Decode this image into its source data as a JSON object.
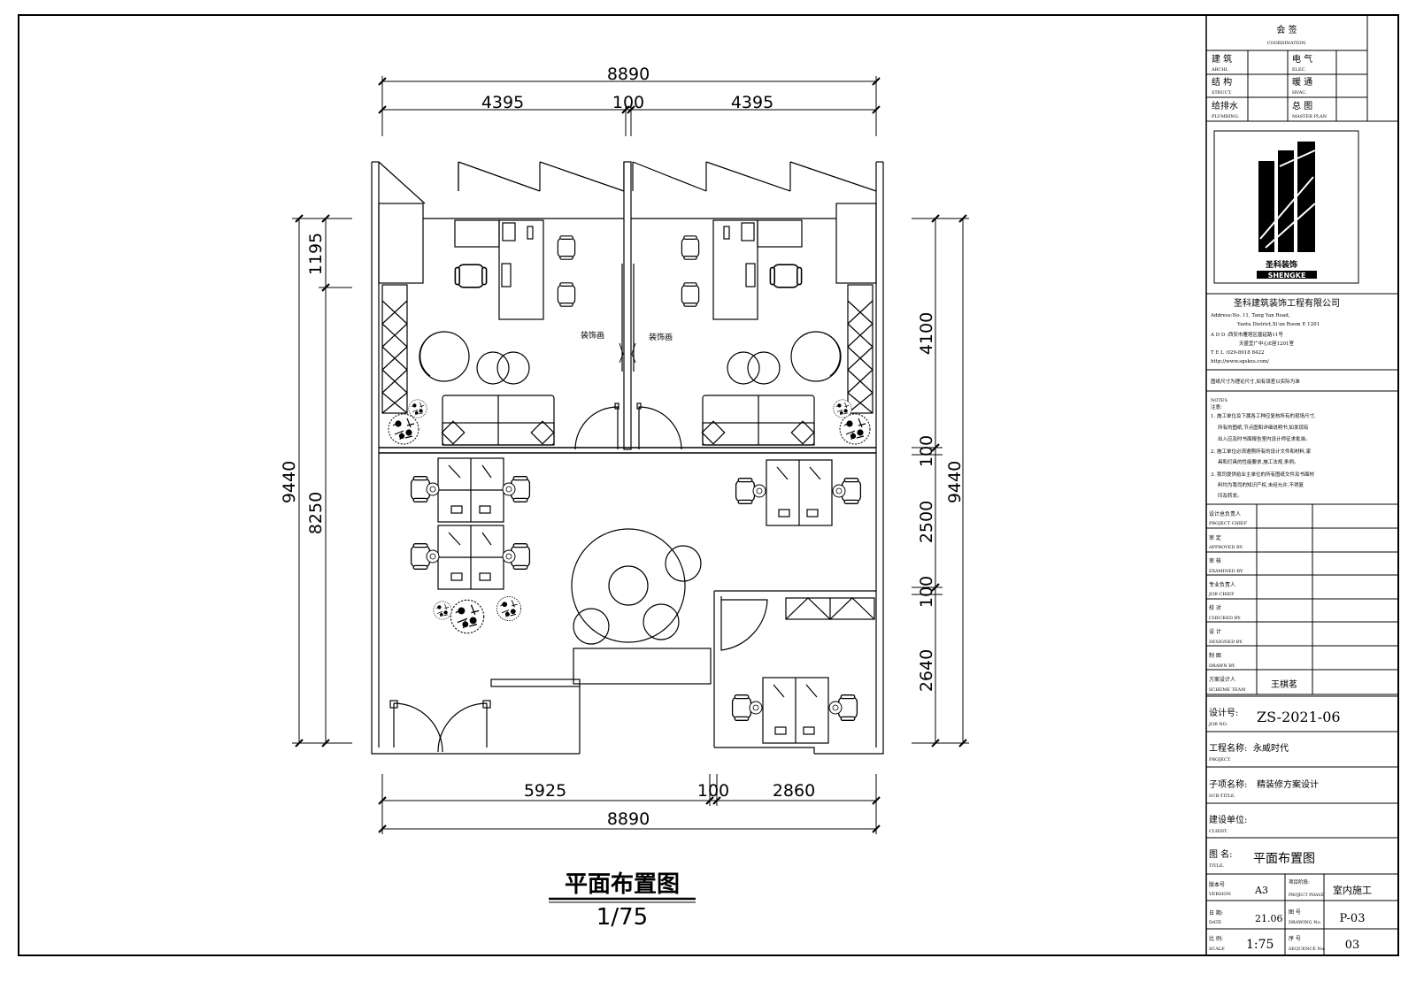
{
  "drawing": {
    "title": "平面布置图",
    "scale": "1/75"
  },
  "dimensions": {
    "top_total": "8890",
    "top_left": "4395",
    "top_mid": "100",
    "top_right": "4395",
    "bottom_left": "5925",
    "bottom_mid": "100",
    "bottom_right": "2860",
    "bottom_total": "8890",
    "left_total": "9440",
    "left_upper": "1195",
    "left_lower": "8250",
    "right_total": "9440",
    "right_a": "4100",
    "right_b": "100",
    "right_c": "2500",
    "right_d": "100",
    "right_e": "2640"
  },
  "annotations": {
    "decor_left": "装饰画",
    "decor_right": "装饰画"
  },
  "title_block": {
    "coordination": {
      "cn": "会 签",
      "en": "COORDINATION."
    },
    "disciplines": [
      {
        "cn": "建 筑",
        "en": "ARCHI."
      },
      {
        "cn": "电 气",
        "en": "ELEC."
      },
      {
        "cn": "结 构",
        "en": "STRUCT."
      },
      {
        "cn": "暖 通",
        "en": "HVAC."
      },
      {
        "cn": "给排水",
        "en": "PLUMBING."
      },
      {
        "cn": "总 图",
        "en": "MASTER PLAN"
      }
    ],
    "logo": {
      "cn": "圣科装饰",
      "en": "SHENGKE"
    },
    "company": {
      "name": "圣科建筑装饰工程有限公司",
      "address_en_1": "Address:No. 11, Tang Yan Road,",
      "address_en_2": "Yanta District,Xi'an Room E 1201",
      "address_cn_1": "A D D :西安市雁塔区唐延路11号",
      "address_cn_2": "天盛宜广中心E座1201室",
      "tel": "T E L :029-8918 8422",
      "web": "http://www.sgskxs.com/"
    },
    "note_dims": "图纸尺寸为理论尺寸,如有误差以实际为准",
    "notes": {
      "heading_en": "NOTES",
      "heading_cn": "注意:",
      "lines": [
        "1. 施工单位及下属各工种应复核所有的现场尺寸,",
        "所有的图纸,节点图和详细说明书,如发现有",
        "出入应及时书面报告室内设计师征求批准。",
        "2. 施工单位必须遵照所有的设计文件和材料,家",
        "具和灯具的性能要求,施工法规,条例。",
        "3. 我司提供给业主单位的所有图纸文件及书面材",
        "料均为我司的知识产权,未经允许,不得复",
        "印及转发。"
      ]
    },
    "roles": [
      {
        "cn": "设计总负责人",
        "en": "PROJECT CHIEF",
        "value": ""
      },
      {
        "cn": "审 定",
        "en": "APPROVED BY.",
        "value": ""
      },
      {
        "cn": "审 核",
        "en": "EXAMINED BY.",
        "value": ""
      },
      {
        "cn": "专业负责人",
        "en": "JOB CHIEF",
        "value": ""
      },
      {
        "cn": "校 对",
        "en": "CHECKED BY.",
        "value": ""
      },
      {
        "cn": "设 计",
        "en": "DESIGNED BY.",
        "value": ""
      },
      {
        "cn": "制 图",
        "en": "DRAWN BY.",
        "value": ""
      },
      {
        "cn": "方案设计人",
        "en": "SCHEME TEAM",
        "value": "王棋茗"
      }
    ],
    "job_no": {
      "cn": "设计号:",
      "en": "JOB NO.",
      "value": "ZS-2021-06"
    },
    "project": {
      "cn": "工程名称:",
      "en": "PROJECT.",
      "value": "永威时代"
    },
    "sub_title": {
      "cn": "子项名称:",
      "en": "SUB-TITLE.",
      "value": "精装修方案设计"
    },
    "client": {
      "cn": "建设单位:",
      "en": "CLIENT.",
      "value": ""
    },
    "title": {
      "cn": "图 名:",
      "en": "TITLE.",
      "value": "平面布置图"
    },
    "version": {
      "cn": "版本号",
      "en": "VERSION",
      "value": "A3"
    },
    "phase": {
      "cn": "项目阶段:",
      "en": "PROJECT PHASE",
      "value": "室内施工"
    },
    "date": {
      "cn": "日 期:",
      "en": "DATE",
      "value": "21.06"
    },
    "drawing_no": {
      "cn": "图 号",
      "en": "DRAWING No.",
      "value": "P-03"
    },
    "scale": {
      "cn": "比 例:",
      "en": "SCALE",
      "value": "1:75"
    },
    "sequence_no": {
      "cn": "序 号",
      "en": "SEQUENCE No.",
      "value": "03"
    }
  }
}
